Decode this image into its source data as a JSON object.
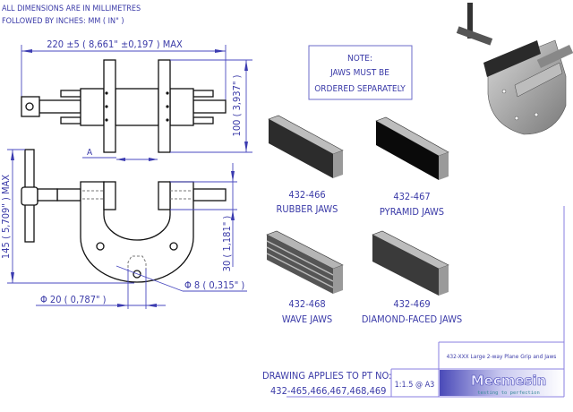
{
  "header": {
    "line1": "ALL DIMENSIONS ARE IN MILLIMETRES",
    "line2": "FOLLOWED BY INCHES:    MM ( IN\" )"
  },
  "dimensions": {
    "width": "220  ±5 ( 8,661\"  ±0,197  ) MAX",
    "height_top": "100 ( 3,937\" )",
    "section_label": "A",
    "height_total": "145 ( 5,709\" ) MAX",
    "jaw_depth": "30 ( 1,181\" )",
    "diameter_large": "Φ 20 ( 0,787\" )",
    "diameter_small": "Φ 8 ( 0,315\" )"
  },
  "note": {
    "title": "NOTE:",
    "line1": "JAWS MUST BE",
    "line2": "ORDERED SEPARATELY"
  },
  "jaws": [
    {
      "part": "432-466",
      "name": "RUBBER JAWS"
    },
    {
      "part": "432-467",
      "name": "PYRAMID JAWS"
    },
    {
      "part": "432-468",
      "name": "WAVE JAWS"
    },
    {
      "part": "432-469",
      "name": "DIAMOND-FACED JAWS"
    }
  ],
  "applies": {
    "label": "DRAWING APPLIES TO PT NO:",
    "parts": "432-465,466,467,468,469"
  },
  "title_block": {
    "title": "432-XXX Large 2-way Plane Grip and Jaws",
    "scale": "1:1.5 @ A3",
    "logo": "Mecmesin",
    "tagline": "testing to perfection"
  },
  "colors": {
    "annotation": "#3b3ba8",
    "frame": "#8a7fe0"
  }
}
